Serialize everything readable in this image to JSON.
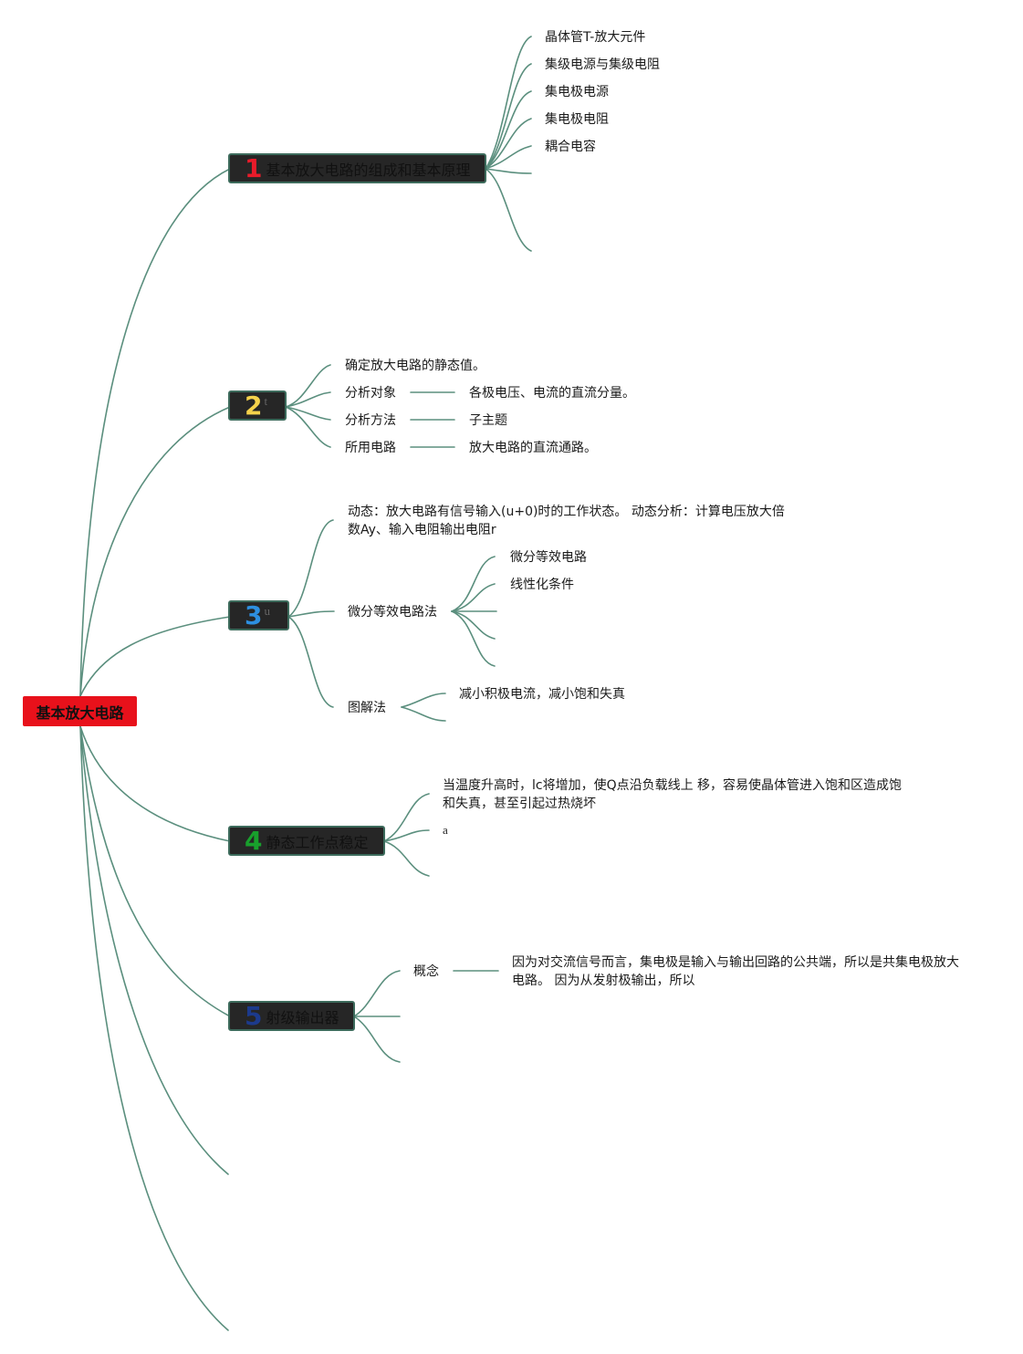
{
  "root": {
    "label": "基本放大电路",
    "color": "#e8111b"
  },
  "branches": [
    {
      "number": "1",
      "label": "基本放大电路的组成和基本原理",
      "num_color": "#e81b2a",
      "children": [
        "晶体管T-放大元件",
        "集级电源与集级电阻",
        "集电极电源",
        "集电极电阻",
        "耦合电容"
      ]
    },
    {
      "number": "2",
      "label": "t",
      "num_color": "#f5d24b",
      "children": [
        {
          "label": "确定放大电路的静态值。"
        },
        {
          "label": "分析对象",
          "detail": "各极电压、电流的直流分量。"
        },
        {
          "label": "分析方法",
          "detail": "子主题"
        },
        {
          "label": "所用电路",
          "detail": "放大电路的直流通路。"
        }
      ]
    },
    {
      "number": "3",
      "label": "u",
      "num_color": "#2d8fe0",
      "children": [
        {
          "label": "动态：放大电路有信号输入(u+0)时的工作状态。 动态分析：计算电压放大倍数Ay、输入电阻输出电阻r"
        },
        {
          "label": "微分等效电路法",
          "children": [
            "微分等效电路",
            "线性化条件"
          ]
        },
        {
          "label": "图解法",
          "children": [
            "减小积极电流，减小饱和失真"
          ]
        }
      ]
    },
    {
      "number": "4",
      "label": "静态工作点稳定",
      "num_color": "#18a02c",
      "children": [
        "当温度升高时，lc将增加，使Q点沿负载线上 移，容易使晶体管进入饱和区造成饱和失真，甚至引起过热烧坏",
        "a"
      ]
    },
    {
      "number": "5",
      "label": "射级输出器",
      "num_color": "#1c3a8c",
      "children": [
        {
          "label": "概念",
          "detail": "因为对交流信号而言，集电极是输入与输出回路的公共端，所以是共集电极放大电路。 因为从发射极输出，所以"
        }
      ]
    }
  ]
}
